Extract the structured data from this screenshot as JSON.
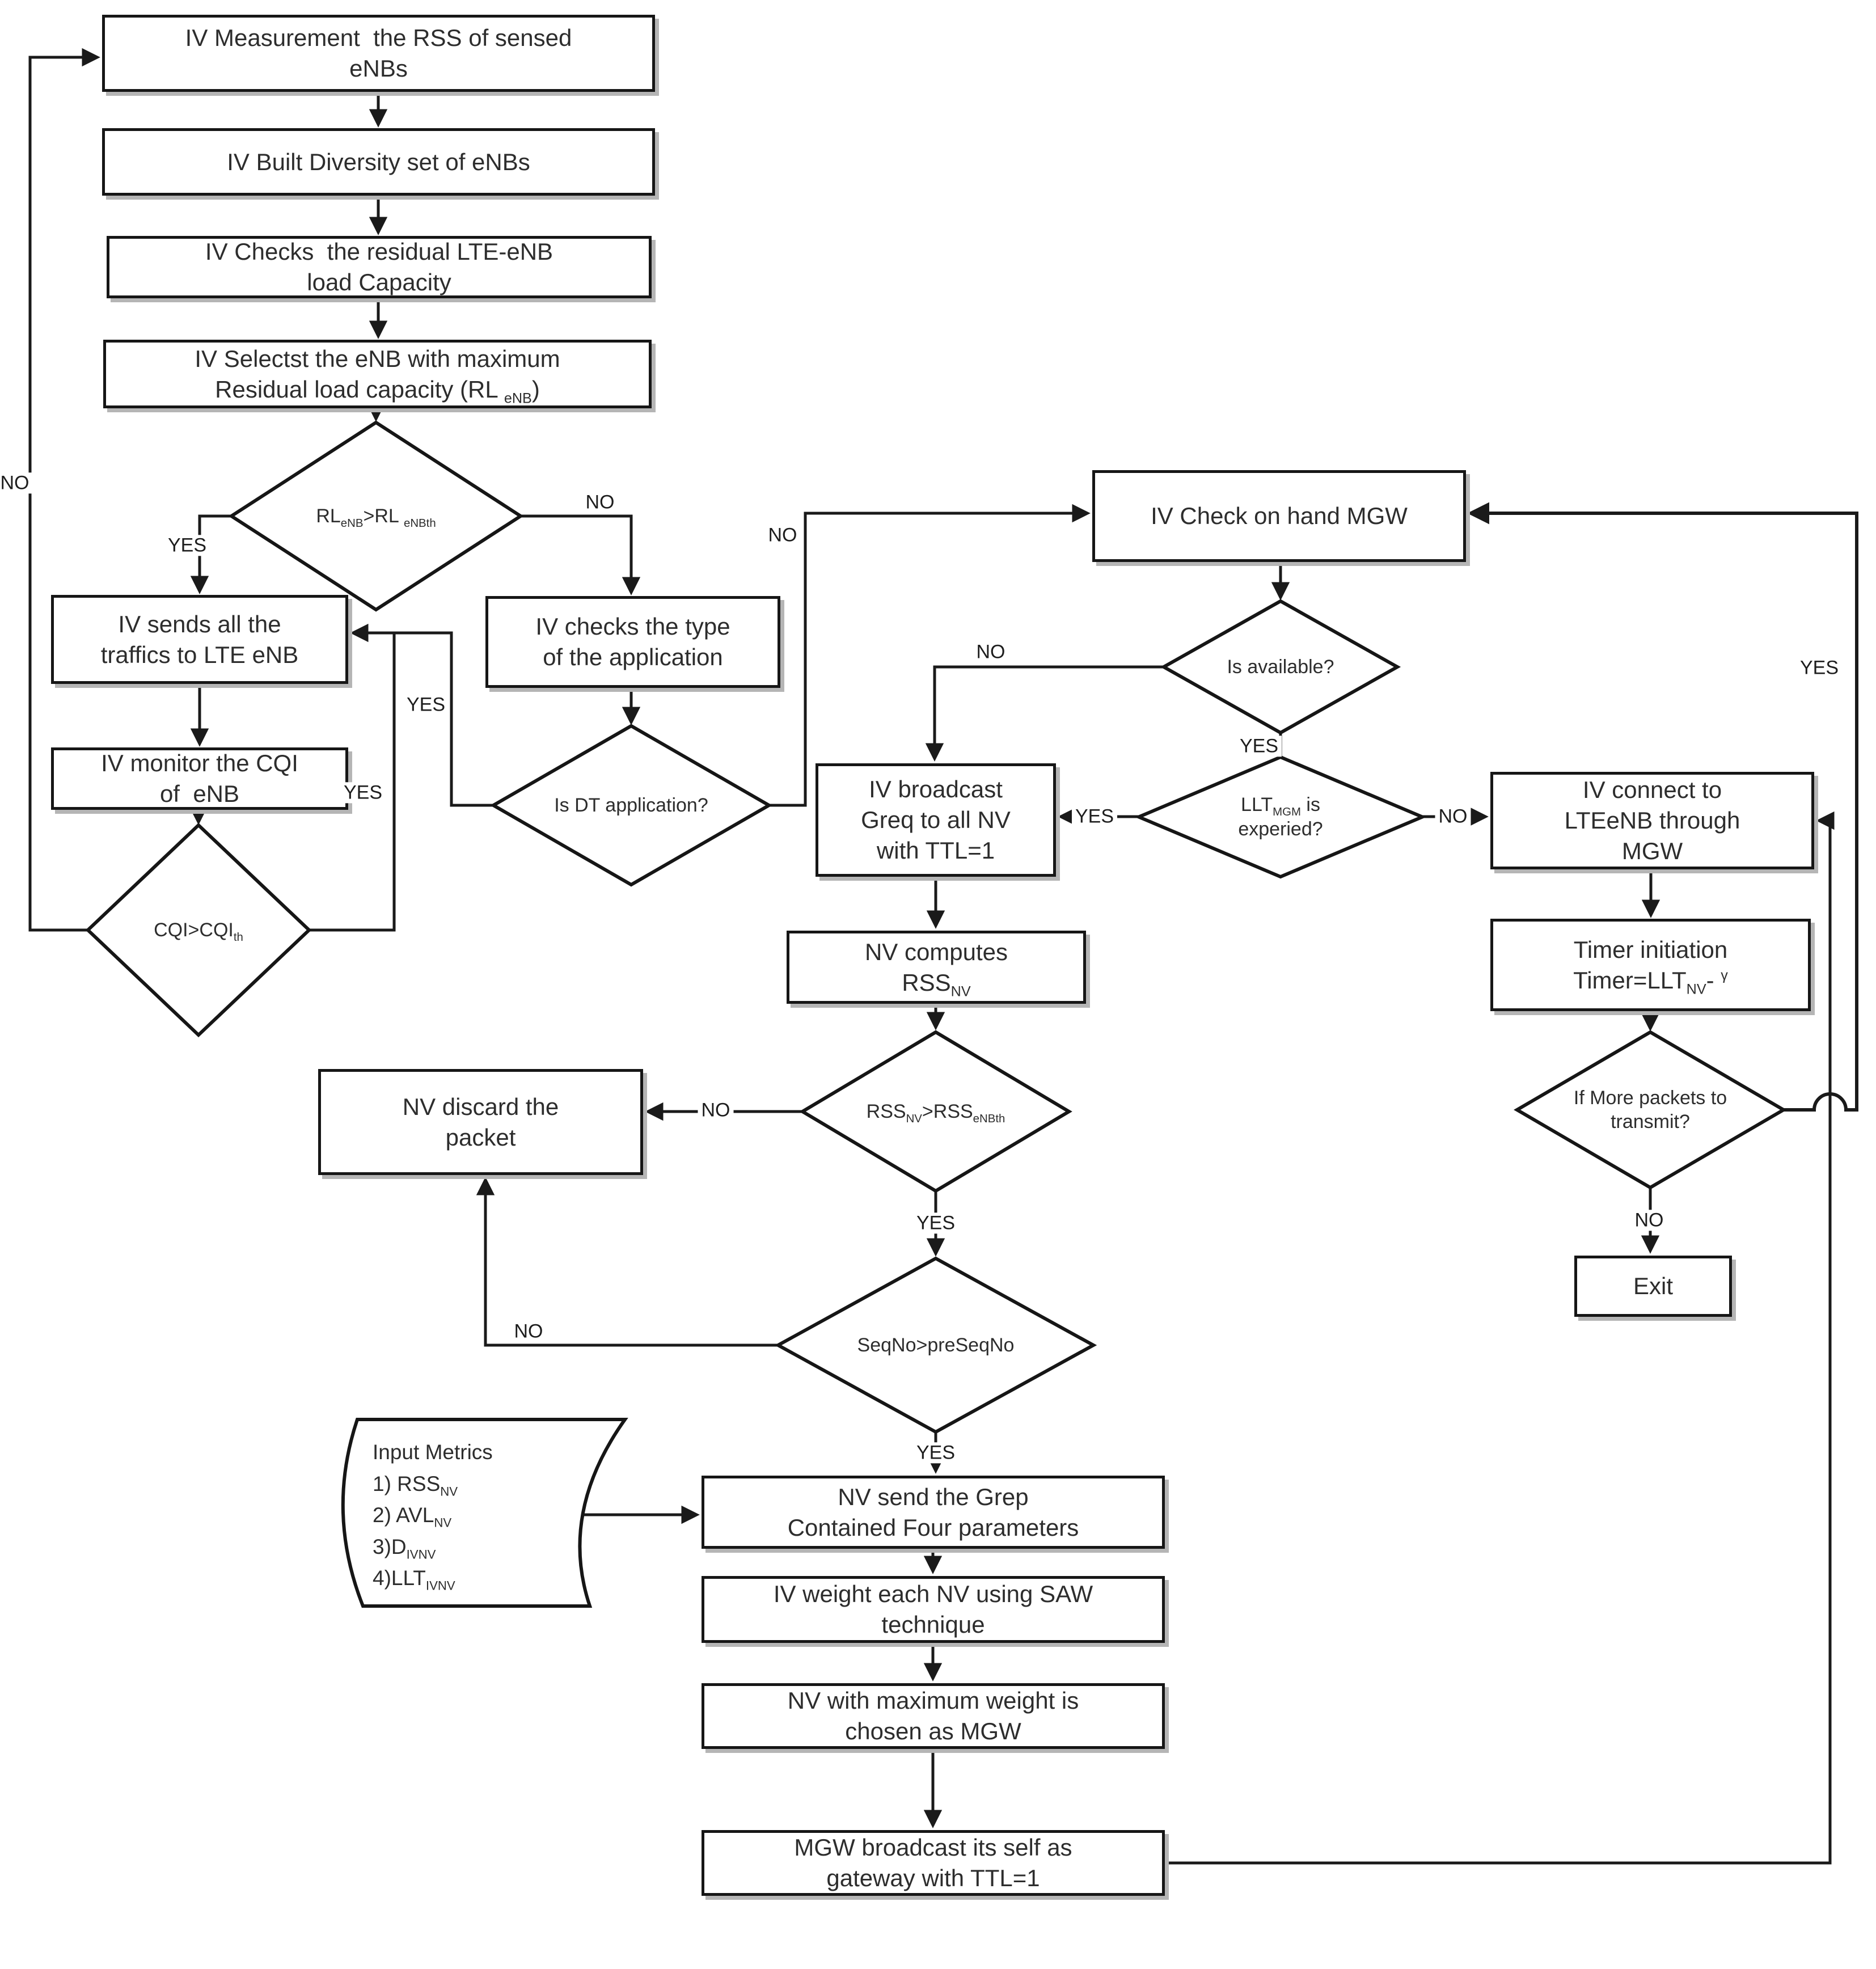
{
  "diagram_type": "flowchart",
  "colors": {
    "line": "#1a1a1a",
    "box_border": "#161616",
    "box_fill": "#ffffff",
    "shadow": "#b5b5b5",
    "text": "#2d2d2d"
  },
  "nodes": [
    {
      "id": "measure-rss",
      "shape": "rect",
      "lines": [
        [
          {
            "t": "IV Measurement  the RSS of sensed"
          }
        ],
        [
          {
            "t": "eNBs"
          }
        ]
      ]
    },
    {
      "id": "build-diversity",
      "shape": "rect",
      "lines": [
        [
          {
            "t": "IV Built Diversity set of eNBs"
          }
        ]
      ]
    },
    {
      "id": "check-residual",
      "shape": "rect",
      "lines": [
        [
          {
            "t": "IV Checks  the residual LTE-eNB"
          }
        ],
        [
          {
            "t": "load Capacity"
          }
        ]
      ]
    },
    {
      "id": "select-enb",
      "shape": "rect",
      "lines": [
        [
          {
            "t": "IV Selectst the eNB with maximum"
          }
        ],
        [
          {
            "t": "Residual load capacity (RL "
          },
          {
            "s": "eNB"
          },
          {
            "t": ")"
          }
        ]
      ]
    },
    {
      "id": "rl-threshold",
      "shape": "diamond",
      "lines": [
        [
          {
            "t": "RL"
          },
          {
            "s": "eNB"
          },
          {
            "t": ">RL "
          },
          {
            "s": "eNBth"
          }
        ]
      ]
    },
    {
      "id": "send-traffic",
      "shape": "rect",
      "lines": [
        [
          {
            "t": "IV sends all the"
          }
        ],
        [
          {
            "t": "traffics to LTE eNB"
          }
        ]
      ]
    },
    {
      "id": "monitor-cqi",
      "shape": "rect",
      "lines": [
        [
          {
            "t": "IV monitor the CQI"
          }
        ],
        [
          {
            "t": "of  eNB"
          }
        ]
      ]
    },
    {
      "id": "cqi-threshold",
      "shape": "diamond",
      "lines": [
        [
          {
            "t": "CQI>CQI"
          },
          {
            "s": "th"
          }
        ]
      ]
    },
    {
      "id": "check-app-type",
      "shape": "rect",
      "lines": [
        [
          {
            "t": "IV checks the type"
          }
        ],
        [
          {
            "t": "of the application"
          }
        ]
      ]
    },
    {
      "id": "is-dt",
      "shape": "diamond",
      "lines": [
        [
          {
            "t": "Is DT application?"
          }
        ]
      ]
    },
    {
      "id": "check-mgw",
      "shape": "rect",
      "lines": [
        [
          {
            "t": "IV Check on hand MGW"
          }
        ]
      ]
    },
    {
      "id": "is-available",
      "shape": "diamond",
      "lines": [
        [
          {
            "t": "Is available?"
          }
        ]
      ]
    },
    {
      "id": "llt-expired",
      "shape": "diamond",
      "lines": [
        [
          {
            "t": "LLT"
          },
          {
            "s": "MGM"
          },
          {
            "t": " is"
          }
        ],
        [
          {
            "t": "experied?"
          }
        ]
      ]
    },
    {
      "id": "broadcast-greq",
      "shape": "rect",
      "lines": [
        [
          {
            "t": "IV broadcast"
          }
        ],
        [
          {
            "t": "Greq to all NV"
          }
        ],
        [
          {
            "t": "with TTL=1"
          }
        ]
      ]
    },
    {
      "id": "connect-lteenb",
      "shape": "rect",
      "lines": [
        [
          {
            "t": "IV connect to"
          }
        ],
        [
          {
            "t": "LTEeNB through"
          }
        ],
        [
          {
            "t": "MGW"
          }
        ]
      ]
    },
    {
      "id": "timer-init",
      "shape": "rect",
      "lines": [
        [
          {
            "t": "Timer initiation"
          }
        ],
        [
          {
            "t": "Timer=LLT"
          },
          {
            "s": "NV"
          },
          {
            "t": "- "
          },
          {
            "p": "γ"
          }
        ]
      ]
    },
    {
      "id": "nv-computes-rss",
      "shape": "rect",
      "lines": [
        [
          {
            "t": "NV computes"
          }
        ],
        [
          {
            "t": "RSS"
          },
          {
            "s": "NV"
          }
        ]
      ]
    },
    {
      "id": "rss-threshold",
      "shape": "diamond",
      "lines": [
        [
          {
            "t": "RSS"
          },
          {
            "s": "NV"
          },
          {
            "t": ">RSS"
          },
          {
            "s": "eNBth"
          }
        ]
      ]
    },
    {
      "id": "discard-packet",
      "shape": "rect",
      "lines": [
        [
          {
            "t": "NV discard the"
          }
        ],
        [
          {
            "t": "packet"
          }
        ]
      ]
    },
    {
      "id": "seqno",
      "shape": "diamond",
      "lines": [
        [
          {
            "t": "SeqNo>preSeqNo"
          }
        ]
      ]
    },
    {
      "id": "input-metrics",
      "shape": "tape",
      "lines": [
        [
          {
            "t": "Input Metrics"
          }
        ],
        [
          {
            "t": "1) RSS"
          },
          {
            "s": "NV"
          }
        ],
        [
          {
            "t": "2) AVL"
          },
          {
            "s": "NV"
          }
        ],
        [
          {
            "t": "3)D"
          },
          {
            "s": "IVNV"
          }
        ],
        [
          {
            "t": "4)LLT"
          },
          {
            "s": "IVNV"
          }
        ]
      ]
    },
    {
      "id": "send-grep",
      "shape": "rect",
      "lines": [
        [
          {
            "t": "NV send the Grep"
          }
        ],
        [
          {
            "t": "Contained Four parameters"
          }
        ]
      ]
    },
    {
      "id": "saw-weight",
      "shape": "rect",
      "lines": [
        [
          {
            "t": "IV weight each NV using SAW"
          }
        ],
        [
          {
            "t": "technique"
          }
        ]
      ]
    },
    {
      "id": "max-weight",
      "shape": "rect",
      "lines": [
        [
          {
            "t": "NV with maximum weight is"
          }
        ],
        [
          {
            "t": "chosen as MGW"
          }
        ]
      ]
    },
    {
      "id": "mgw-broadcast",
      "shape": "rect",
      "lines": [
        [
          {
            "t": "MGW broadcast its self as"
          }
        ],
        [
          {
            "t": "gateway with TTL=1"
          }
        ]
      ]
    },
    {
      "id": "more-packets",
      "shape": "diamond",
      "lines": [
        [
          {
            "t": "If More packets to"
          }
        ],
        [
          {
            "t": "transmit?"
          }
        ]
      ]
    },
    {
      "id": "exit",
      "shape": "rect",
      "lines": [
        [
          {
            "t": "Exit"
          }
        ]
      ]
    }
  ],
  "labels": [
    {
      "id": "no-loop",
      "text": "NO"
    },
    {
      "id": "yes-rl",
      "text": "YES"
    },
    {
      "id": "no-rl",
      "text": "NO"
    },
    {
      "id": "yes-cqi",
      "text": "YES"
    },
    {
      "id": "yes-dt",
      "text": "YES"
    },
    {
      "id": "no-dt",
      "text": "NO"
    },
    {
      "id": "no-avail",
      "text": "NO"
    },
    {
      "id": "yes-avail",
      "text": "YES"
    },
    {
      "id": "yes-llt",
      "text": "YES"
    },
    {
      "id": "no-llt",
      "text": "NO"
    },
    {
      "id": "yes-more",
      "text": "YES"
    },
    {
      "id": "no-rssnv",
      "text": "NO"
    },
    {
      "id": "yes-rssnv",
      "text": "YES"
    },
    {
      "id": "no-seq",
      "text": "NO"
    },
    {
      "id": "yes-seq",
      "text": "YES"
    },
    {
      "id": "no-more",
      "text": "NO"
    }
  ]
}
